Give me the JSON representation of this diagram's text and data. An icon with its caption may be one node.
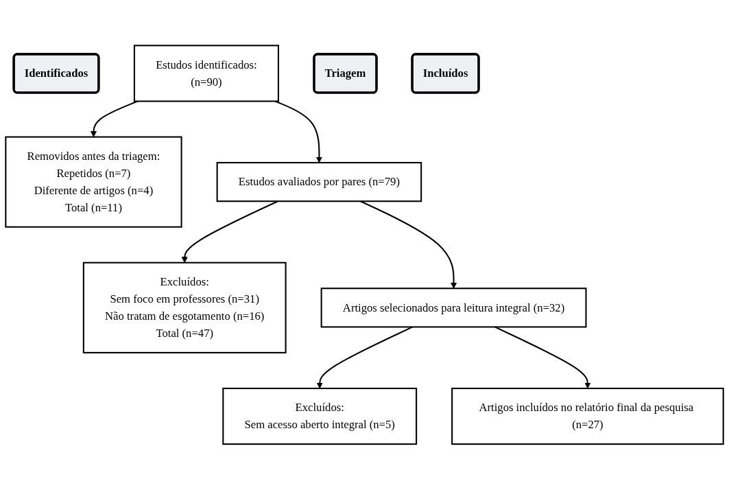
{
  "diagram": {
    "nodes": [
      {
        "text": [
          "Identificados"
        ]
      },
      {
        "text": [
          "Estudos identificados:",
          "(n=90)"
        ]
      },
      {
        "text": [
          "Removidos antes da triagem:",
          "Repetidos (n=7)",
          "Diferente de artigos (n=4)",
          "Total (n=11)"
        ]
      },
      {
        "text": [
          "Triagem"
        ]
      },
      {
        "text": [
          "Estudos avaliados por pares (n=79)"
        ]
      },
      {
        "text": [
          "Excluídos:",
          "Sem foco em professores (n=31)",
          "Não tratam de esgotamento (n=16)",
          "Total (n=47)"
        ]
      },
      {
        "text": [
          "Artigos selecionados para leitura integral (n=32)"
        ]
      },
      {
        "text": [
          "Excluídos:",
          "Sem acesso aberto integral (n=5)"
        ]
      },
      {
        "text": [
          "Incluídos"
        ]
      },
      {
        "text": [
          "Artigos incluídos no relatório final da pesquisa (n=27)"
        ]
      }
    ],
    "edges": [
      {
        "from": 1,
        "to": 2,
        "arrow": "to"
      },
      {
        "from": 1,
        "to": 4,
        "arrow": "to"
      },
      {
        "from": 4,
        "to": 5,
        "arrow": "to"
      },
      {
        "from": 4,
        "to": 6,
        "arrow": "to"
      },
      {
        "from": 6,
        "to": 7,
        "arrow": "to"
      },
      {
        "from": 6,
        "to": 9,
        "arrow": "to"
      }
    ]
  }
}
